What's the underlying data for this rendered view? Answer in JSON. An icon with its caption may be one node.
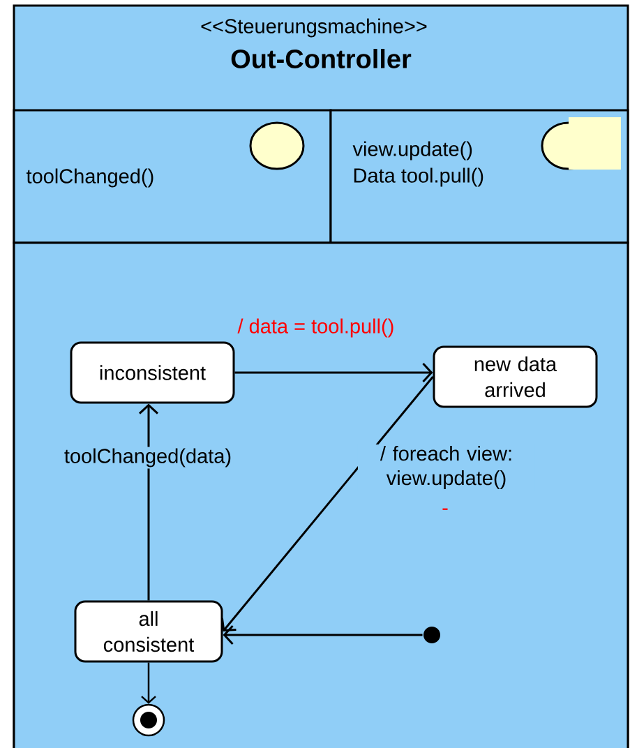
{
  "diagram": {
    "nodes": [
      {
        "text": [
          "<<Steuerungsmachine>>",
          "Out-Controller"
        ]
      },
      {
        "text": [
          "toolChanged()"
        ],
        "in": 0
      },
      {
        "text": [],
        "shape": "circle",
        "in": 1
      },
      {
        "text": [
          "view.update()",
          "Data tool.pull()"
        ],
        "in": 0
      },
      {
        "text": [],
        "shape": "circle",
        "in": 3
      },
      {
        "text": [],
        "shape": "box",
        "in": 0
      },
      {
        "text": [
          "inconsistent"
        ],
        "in": 5
      },
      {
        "text": [
          "new data arrived"
        ],
        "in": 5
      },
      {
        "text": [
          "all consistent"
        ],
        "in": 5
      },
      {
        "text": [],
        "shape": "circle",
        "in": 5
      },
      {
        "text": [],
        "shape": "circle",
        "in": 5
      }
    ],
    "edges": [
      {
        "from": 6,
        "to": 7,
        "arrow": "to",
        "label": "/ data = tool.pull()"
      },
      {
        "from": 7,
        "to": 8,
        "arrow": "to",
        "label": "/ foreach view: view.update()"
      },
      {
        "from": 8,
        "to": 6,
        "arrow": "to",
        "label": "toolChanged(data)"
      },
      {
        "from": 9,
        "to": 8,
        "arrow": "to"
      },
      {
        "from": 8,
        "to": 10,
        "arrow": "to"
      }
    ],
    "labels": [
      "-"
    ]
  }
}
